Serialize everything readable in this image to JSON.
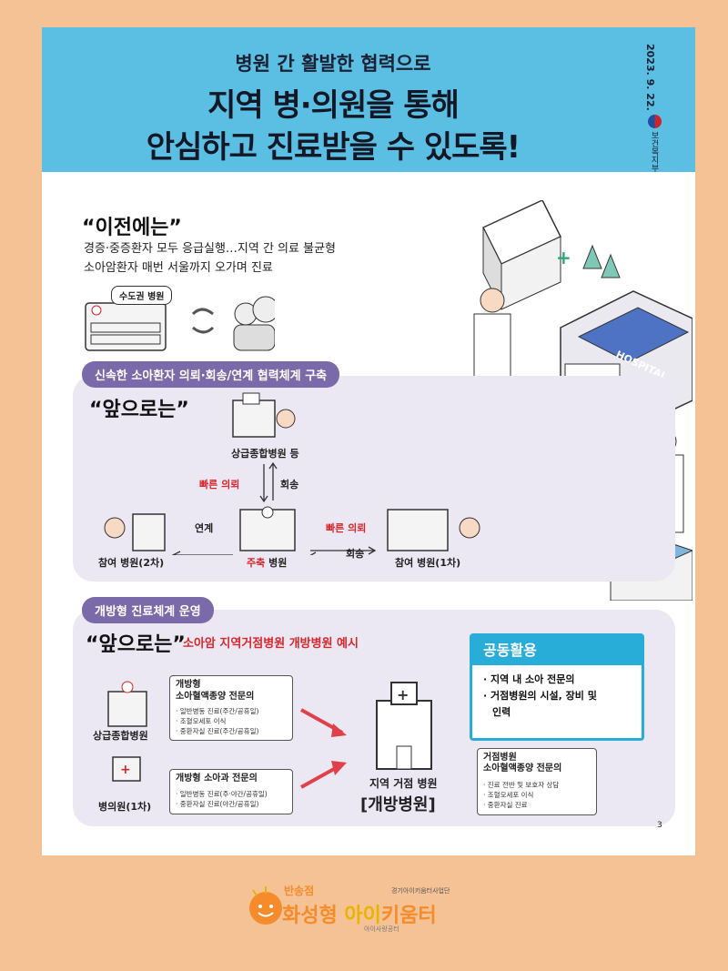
{
  "banner": {
    "subtitle": "병원 간 활발한 협력으로",
    "title_line1": "지역 병·의원을 통해",
    "title_line2": "안심하고 진료받을 수 있도록!",
    "date": "2023. 9. 22.",
    "ministry": "보건복지부"
  },
  "before": {
    "heading": "“이전에는”",
    "line1": "경증·중증환자 모두 응급실행…지역 간 의료 불균형",
    "line2": "소아암환자 매번 서울까지 오가며 진료",
    "hospital_label": "수도권 병원"
  },
  "section1": {
    "pill": "신속한 소아환자 의뢰·회송/연계 협력체계 구축",
    "heading": "“앞으로는”",
    "upper_hospital": "상급종합병원 등",
    "refer_fast_1": "빠른 의뢰",
    "refer_return_1": "회송",
    "link": "연계",
    "refer_fast_2": "빠른 의뢰",
    "refer_return_2": "회송",
    "participant_2": "참여 병원(2차)",
    "core_hospital_prefix": "주축",
    "core_hospital_suffix": " 병원",
    "participant_1": "참여 병원(1차)"
  },
  "section2": {
    "pill": "개방형 진료체계 운영",
    "heading": "“앞으로는”",
    "example": "소아암 지역거점병원 개방병원 예시",
    "upper_hospital": "상급종합병원",
    "clinic": "병의원(1차)",
    "card1_title1": "개방형",
    "card1_title2": "소아혈액종양 전문의",
    "card1_items": [
      "· 일반병동 진료(주간/공휴일)",
      "· 조혈모세포 이식",
      "· 중환자실 진료(주간/공휴일)"
    ],
    "card2_title": "개방형 소아과 전문의",
    "card2_items": [
      "· 일반병동 진료(주·야간/공휴일)",
      "· 중환자실 진료(야간/공휴일)"
    ],
    "center_label1": "지역 거점 병원",
    "center_label2": "[개방병원]",
    "coop_title": "공동활용",
    "coop_item1": "· 지역 내 소아 전문의",
    "coop_item2a": "· 거점병원의 시설, 장비 및",
    "coop_item2b": "인력",
    "card3_title1": "거점병원",
    "card3_title2": "소아혈액종양 전문의",
    "card3_items": [
      "· 진료 전반 및 보호자 상담",
      "· 조혈모세포 이식",
      "· 중환자실 진료"
    ]
  },
  "page_number": "3",
  "footer": {
    "top_small": "반송점",
    "brand_main": "화성형",
    "brand_sub1": "아이",
    "brand_sub2": "키움터",
    "tagline": "아이사랑공터",
    "org": "경기아이키움터사업단"
  },
  "colors": {
    "background": "#f5c295",
    "banner": "#5bbfe3",
    "pill": "#7b6aa9",
    "section_box": "#ece8f3",
    "accent_red": "#d8262b",
    "coop_blue": "#28acd8"
  }
}
